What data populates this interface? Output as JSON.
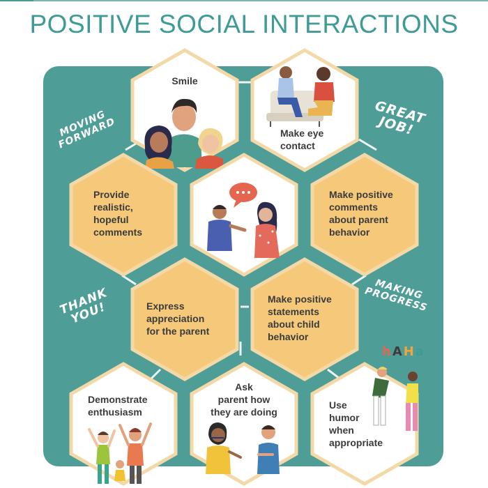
{
  "title": "POSITIVE SOCIAL INTERACTIONS",
  "colors": {
    "teal_title": "#3e9b95",
    "panel": "#4f9d97",
    "hex_fill_yellow": "#f6c97a",
    "hex_fill_white": "#ffffff",
    "hex_border": "#f3d9a8"
  },
  "hexagons": {
    "smile": "Smile",
    "eye_contact": "Make eye\ncontact",
    "realistic": "Provide\nrealistic,\nhopeful\ncomments",
    "parent_behavior": "Make positive\ncomments\nabout parent\nbehavior",
    "appreciation": "Express\nappreciation\nfor the parent",
    "child_behavior": "Make positive\nstatements\nabout child\nbehavior",
    "enthusiasm": "Demonstrate\nenthusiasm",
    "how_doing": "Ask\nparent how\nthey are doing",
    "humor": "Use\nhumor\nwhen\nappropriate"
  },
  "annotations": {
    "moving_forward": "MOVING\nFORWARD",
    "great_job": "GREAT\nJOB!",
    "thank_you": "THANK\nYOU!",
    "making_progress": "MAKING\nPROGRESS",
    "haha": "hAHa"
  },
  "icons": {
    "family": "family-illustration-icon",
    "conversation": "conversation-illustration-icon",
    "sitting": "sitting-people-illustration-icon",
    "cheering": "cheering-people-illustration-icon",
    "talking": "talking-people-illustration-icon",
    "laughing": "laughing-people-illustration-icon"
  }
}
